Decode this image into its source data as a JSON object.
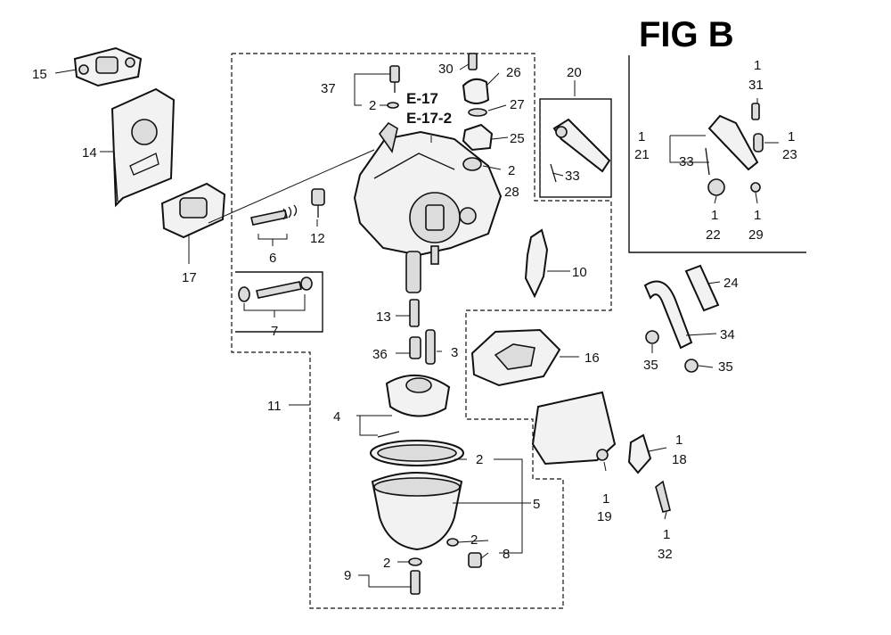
{
  "figure_title": "FIG B",
  "reference_labels": [
    "E-17",
    "E-17-2"
  ],
  "callouts": {
    "c15": "15",
    "c14": "14",
    "c17": "17",
    "c37": "37",
    "c37_2": "2",
    "c6": "6",
    "c12": "12",
    "c7": "7",
    "c30": "30",
    "c26": "26",
    "c27": "27",
    "c25": "25",
    "c28_2": "2",
    "c28": "28",
    "c20": "20",
    "c33": "33",
    "c10": "10",
    "c13": "13",
    "c36": "36",
    "c3": "3",
    "c16": "16",
    "c11": "11",
    "c4": "4",
    "c5_2": "2",
    "c5": "5",
    "c8_2": "2",
    "c8": "8",
    "c9_2": "2",
    "c9": "9",
    "c19_1": "1",
    "c19": "19",
    "c18_1": "1",
    "c18": "18",
    "c32_1": "1",
    "c32": "32",
    "c24": "24",
    "c34": "34",
    "c35a": "35",
    "c35b": "35",
    "c31_1": "1",
    "c31": "31",
    "c21_1": "1",
    "c21": "21",
    "c33b": "33",
    "c23_1": "1",
    "c23": "23",
    "c22_1": "1",
    "c22": "22",
    "c29_1": "1",
    "c29": "29"
  }
}
